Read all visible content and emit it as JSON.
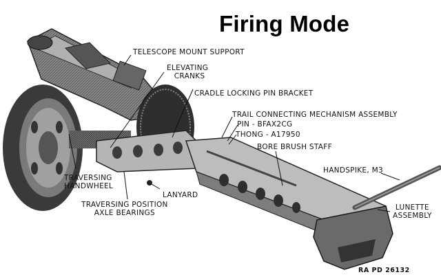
{
  "title": "Firing Mode",
  "labels": {
    "telescope_mount_support": "TELESCOPE MOUNT SUPPORT",
    "elevating_cranks_line1": "ELEVATING",
    "elevating_cranks_line2": "CRANKS",
    "cradle_locking_pin_bracket": "CRADLE LOCKING PIN BRACKET",
    "trail_connecting_mechanism": "TRAIL CONNECTING MECHANISM ASSEMBLY",
    "pin": "PIN - BFAX2CG",
    "thong": "THONG - A17950",
    "bore_brush_staff": "BORE BRUSH STAFF",
    "handspike": "HANDSPIKE, M3",
    "traversing_handwheel_line1": "TRAVERSING",
    "traversing_handwheel_line2": "HANDWHEEL",
    "lanyard": "LANYARD",
    "traversing_position_line1": "TRAVERSING POSITION",
    "traversing_position_line2": "AXLE BEARINGS",
    "lunette_line1": "LUNETTE",
    "lunette_line2": "ASSEMBLY"
  },
  "reference": "RA PD 26132"
}
